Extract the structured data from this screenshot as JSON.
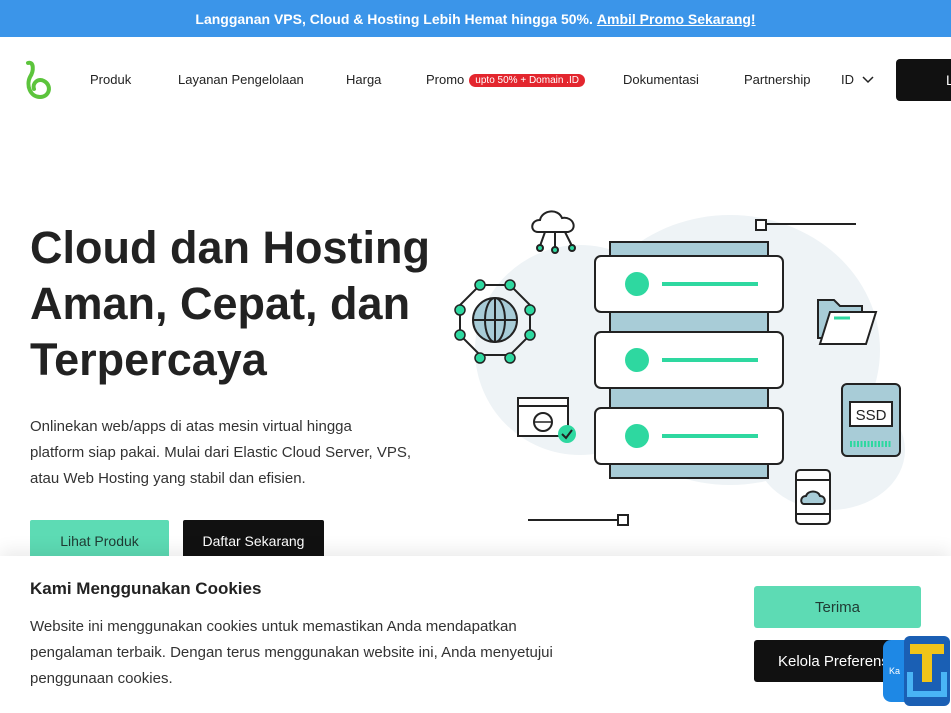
{
  "promo_bar": {
    "text": "Langganan VPS, Cloud & Hosting Lebih Hemat hingga 50%.",
    "link": "Ambil Promo Sekarang!"
  },
  "nav": {
    "items": [
      "Produk",
      "Layanan Pengelolaan",
      "Harga",
      "Promo",
      "Dokumentasi",
      "Partnership"
    ],
    "promo_badge": "upto 50% + Domain .ID",
    "language": "ID",
    "login_label": "L"
  },
  "hero": {
    "title_lines": [
      "Cloud dan Hosting",
      "Aman, Cepat, dan",
      "Terpercaya"
    ],
    "description_lines": [
      "Onlinekan web/apps di atas mesin virtual hingga",
      "platform siap pakai. Mulai dari Elastic Cloud Server, VPS,",
      "atau Web Hosting yang stabil dan efisien."
    ],
    "primary_button": "Lihat Produk",
    "secondary_button": "Daftar Sekarang"
  },
  "illustration": {
    "ssd_label": "SSD"
  },
  "cookie": {
    "title": "Kami Menggunakan Cookies",
    "text_lines": [
      "Website ini menggunakan cookies untuk memastikan Anda mendapatkan",
      "pengalaman terbaik. Dengan terus menggunakan website ini, Anda menyetujui",
      "penggunaan cookies."
    ],
    "accept_button": "Terima",
    "preferences_button": "Kelola Preferensi"
  },
  "chat_widget": {
    "label": "Ka"
  },
  "colors": {
    "promo_bar": "#3b95e9",
    "accent_green": "#5ddbb4",
    "badge_red": "#e3262e",
    "dark": "#111111",
    "server_body": "#a8ccd7"
  }
}
